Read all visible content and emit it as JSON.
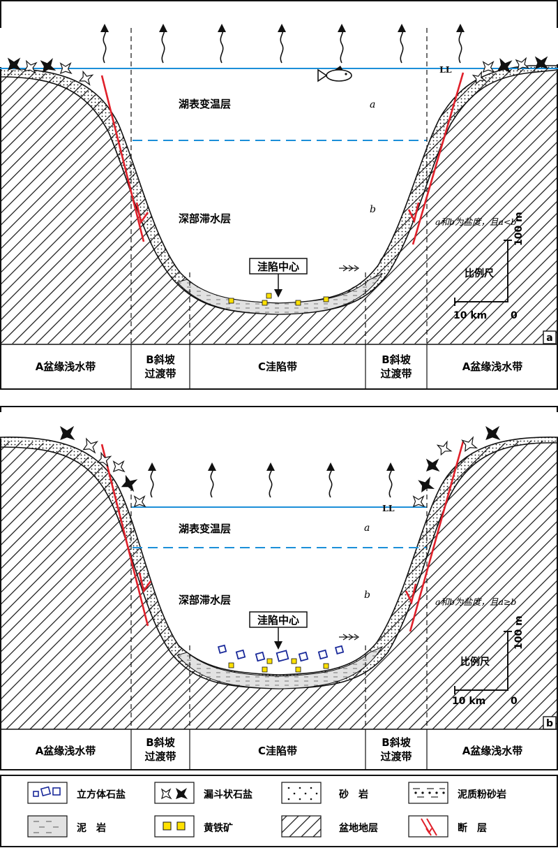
{
  "panels": [
    {
      "id": "a",
      "surface_label": "LL",
      "layer_upper": "湖表变温层",
      "layer_lower": "深部滞水层",
      "salinity_upper": "a",
      "salinity_lower": "b",
      "depression_center": "洼陷中心",
      "salinity_note": "a和b为盐度，且a<b",
      "scale_title": "比例尺",
      "scale_vertical": "100 m",
      "scale_horizontal": "10 km",
      "scale_zero": "0",
      "zones": [
        "A盆缘浅水带",
        "B斜坡\n过渡带",
        "C洼陷带",
        "B斜坡\n过渡带",
        "A盆缘浅水带"
      ],
      "zones_display": {
        "z1": "A盆缘浅水带",
        "z2a": "B斜坡",
        "z2b": "过渡带",
        "z3": "C洼陷带",
        "z4a": "B斜坡",
        "z4b": "过渡带",
        "z5": "A盆缘浅水带"
      }
    },
    {
      "id": "b",
      "surface_label": "LL",
      "layer_upper": "湖表变温层",
      "layer_lower": "深部滞水层",
      "salinity_upper": "a",
      "salinity_lower": "b",
      "depression_center": "洼陷中心",
      "salinity_note": "a和b为盐度，且a≥b",
      "scale_title": "比例尺",
      "scale_vertical": "100 m",
      "scale_horizontal": "10 km",
      "scale_zero": "0",
      "zones_display": {
        "z1": "A盆缘浅水带",
        "z2a": "B斜坡",
        "z2b": "过渡带",
        "z3": "C洼陷带",
        "z4a": "B斜坡",
        "z4b": "过渡带",
        "z5": "A盆缘浅水带"
      }
    }
  ],
  "legend": [
    {
      "icon": "cubic-halite-icon",
      "label": "立方体石盐"
    },
    {
      "icon": "hopper-halite-icon",
      "label": "漏斗状石盐"
    },
    {
      "icon": "sandstone-icon",
      "label": "砂　岩"
    },
    {
      "icon": "muddy-siltstone-icon",
      "label": "泥质粉砂岩"
    },
    {
      "icon": "mudstone-icon",
      "label": "泥　岩"
    },
    {
      "icon": "pyrite-icon",
      "label": "黄铁矿"
    },
    {
      "icon": "basin-strata-icon",
      "label": "盆地地层"
    },
    {
      "icon": "fault-icon",
      "label": "断　层"
    }
  ],
  "colors": {
    "water": "#1c8fd8",
    "fault": "#e0202a",
    "pyrite": "#ffe100",
    "halite": "#1a2a9a",
    "mud": "#e2e2e2"
  }
}
